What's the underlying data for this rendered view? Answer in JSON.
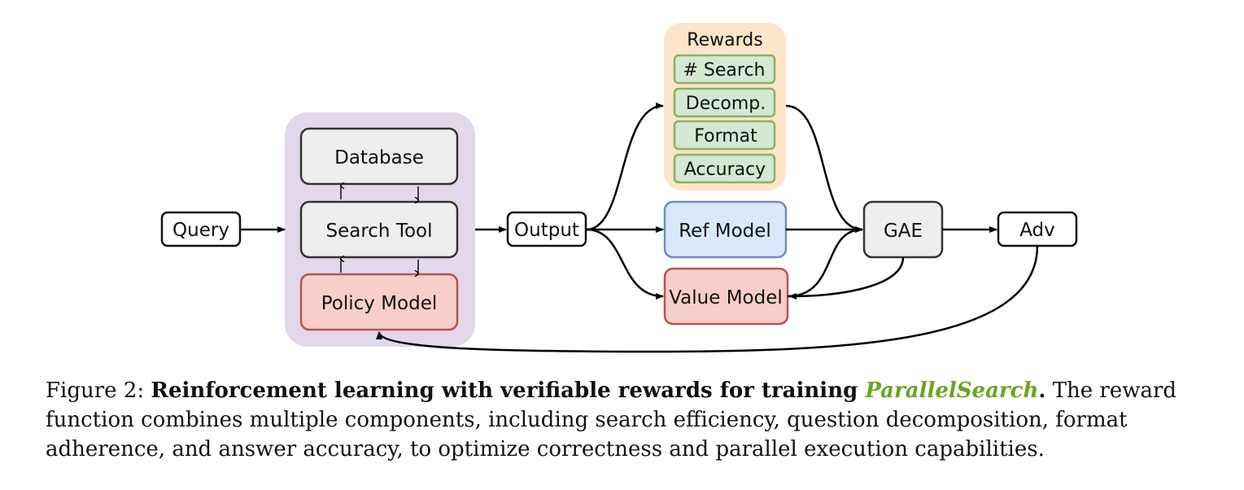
{
  "diagram": {
    "nodes": {
      "query": "Query",
      "database": "Database",
      "search_tool": "Search Tool",
      "policy_model": "Policy Model",
      "output": "Output",
      "rewards_title": "Rewards",
      "reward_search": "# Search",
      "reward_decomp": "Decomp.",
      "reward_format": "Format",
      "reward_accuracy": "Accuracy",
      "ref_model": "Ref Model",
      "value_model": "Value Model",
      "gae": "GAE",
      "adv": "Adv"
    },
    "colors": {
      "agent_group_bg": "#e3d7ea",
      "rewards_group_bg": "#fde5c9",
      "reward_item_bg": "#d5e8d4",
      "reward_item_border": "#82b366",
      "gray_box_bg": "#eeeeee",
      "policy_bg": "#f8cecc",
      "policy_border": "#b85450",
      "ref_bg": "#dae8fc",
      "ref_border": "#6c8ebf",
      "accent_green": "#6aa51f"
    }
  },
  "caption": {
    "prefix": "Figure 2: ",
    "bold": "Reinforcement learning with verifiable rewards for training ",
    "highlight": "ParallelSearch",
    "period": ".",
    "rest": " The reward function combines multiple components, including search efficiency, question decomposition, format adherence, and answer accuracy, to optimize correctness and parallel execution capabilities."
  }
}
